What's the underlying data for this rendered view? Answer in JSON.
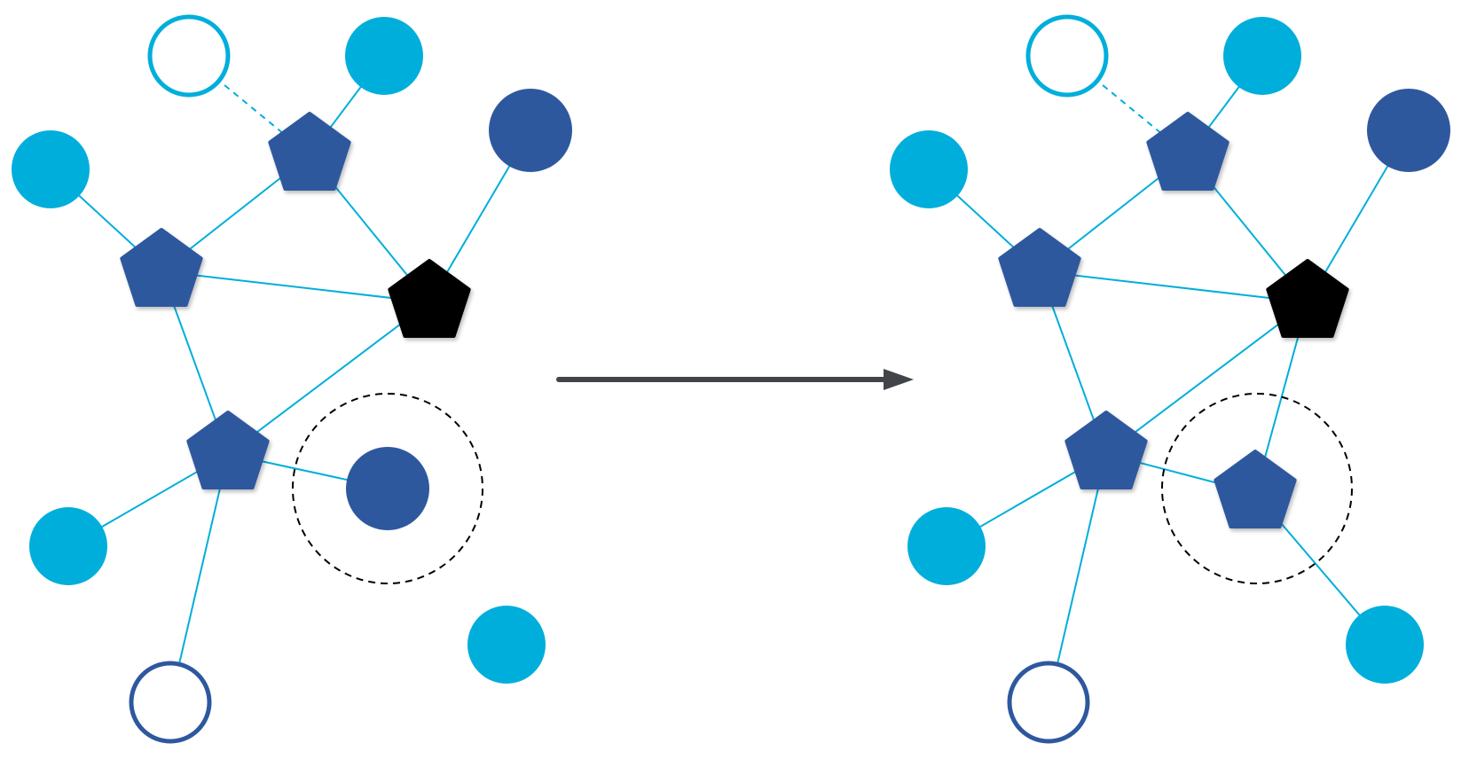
{
  "colors": {
    "edge": "#00AEDB",
    "light_node": "#00AEDB",
    "dark_node": "#2E589E",
    "black_node": "#000000",
    "arrow": "#414448",
    "ring": "#000000",
    "background": "#FFFFFF"
  },
  "diagram": {
    "description_shapes": {
      "circle": "circle-node-icon",
      "pentagon": "pentagon-node-icon",
      "hollow_circle": "hollow-circle-node-icon",
      "ring": "dashed-highlight-ring",
      "arrow": "right-arrow-icon"
    },
    "before": {
      "nodes": [
        {
          "id": "open-top",
          "shape": "hollow",
          "color": "light"
        },
        {
          "id": "top-right-light",
          "shape": "circle",
          "color": "light"
        },
        {
          "id": "top-far-right-dark",
          "shape": "circle",
          "color": "dark"
        },
        {
          "id": "left-light",
          "shape": "circle",
          "color": "light"
        },
        {
          "id": "hub-top",
          "shape": "pentagon",
          "color": "dark"
        },
        {
          "id": "hub-left",
          "shape": "pentagon",
          "color": "dark"
        },
        {
          "id": "hub-black",
          "shape": "pentagon",
          "color": "black"
        },
        {
          "id": "hub-bottom",
          "shape": "pentagon",
          "color": "dark"
        },
        {
          "id": "highlighted",
          "shape": "circle",
          "color": "dark"
        },
        {
          "id": "bottom-left-light",
          "shape": "circle",
          "color": "light"
        },
        {
          "id": "bottom-right-light",
          "shape": "circle",
          "color": "light"
        },
        {
          "id": "open-bottom",
          "shape": "hollow",
          "color": "dark"
        }
      ],
      "edges": [
        [
          "open-top",
          "hub-top",
          "dashed"
        ],
        [
          "top-right-light",
          "hub-top",
          "solid"
        ],
        [
          "top-far-right-dark",
          "hub-black",
          "solid"
        ],
        [
          "left-light",
          "hub-left",
          "solid"
        ],
        [
          "hub-top",
          "hub-left",
          "solid"
        ],
        [
          "hub-top",
          "hub-black",
          "solid"
        ],
        [
          "hub-left",
          "hub-black",
          "solid"
        ],
        [
          "hub-left",
          "hub-bottom",
          "solid"
        ],
        [
          "hub-black",
          "hub-bottom",
          "solid"
        ],
        [
          "hub-bottom",
          "highlighted",
          "solid"
        ],
        [
          "hub-bottom",
          "bottom-left-light",
          "solid"
        ],
        [
          "hub-bottom",
          "open-bottom",
          "solid"
        ]
      ]
    },
    "after": {
      "nodes": [
        {
          "id": "open-top",
          "shape": "hollow",
          "color": "light"
        },
        {
          "id": "top-right-light",
          "shape": "circle",
          "color": "light"
        },
        {
          "id": "top-far-right-dark",
          "shape": "circle",
          "color": "dark"
        },
        {
          "id": "left-light",
          "shape": "circle",
          "color": "light"
        },
        {
          "id": "hub-top",
          "shape": "pentagon",
          "color": "dark"
        },
        {
          "id": "hub-left",
          "shape": "pentagon",
          "color": "dark"
        },
        {
          "id": "hub-black",
          "shape": "pentagon",
          "color": "black"
        },
        {
          "id": "hub-bottom",
          "shape": "pentagon",
          "color": "dark"
        },
        {
          "id": "highlighted",
          "shape": "pentagon",
          "color": "dark"
        },
        {
          "id": "bottom-left-light",
          "shape": "circle",
          "color": "light"
        },
        {
          "id": "bottom-right-light",
          "shape": "circle",
          "color": "light"
        },
        {
          "id": "open-bottom",
          "shape": "hollow",
          "color": "dark"
        }
      ],
      "edges": [
        [
          "open-top",
          "hub-top",
          "dashed"
        ],
        [
          "top-right-light",
          "hub-top",
          "solid"
        ],
        [
          "top-far-right-dark",
          "hub-black",
          "solid"
        ],
        [
          "left-light",
          "hub-left",
          "solid"
        ],
        [
          "hub-top",
          "hub-left",
          "solid"
        ],
        [
          "hub-top",
          "hub-black",
          "solid"
        ],
        [
          "hub-left",
          "hub-black",
          "solid"
        ],
        [
          "hub-left",
          "hub-bottom",
          "solid"
        ],
        [
          "hub-black",
          "hub-bottom",
          "solid"
        ],
        [
          "hub-bottom",
          "highlighted",
          "solid"
        ],
        [
          "hub-bottom",
          "bottom-left-light",
          "solid"
        ],
        [
          "hub-bottom",
          "open-bottom",
          "solid"
        ],
        [
          "hub-black",
          "highlighted",
          "solid"
        ],
        [
          "highlighted",
          "bottom-right-light",
          "solid"
        ]
      ]
    }
  }
}
